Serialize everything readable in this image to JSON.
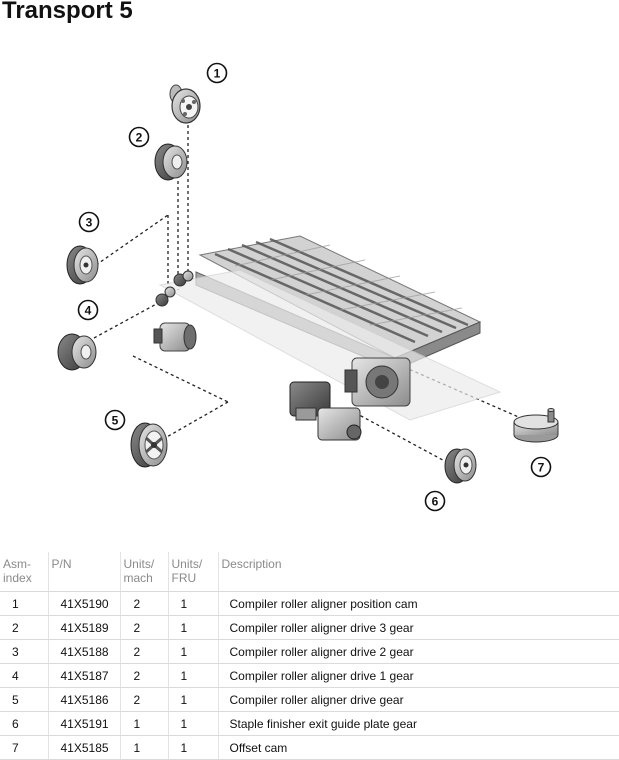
{
  "title": "Transport 5",
  "diagram": {
    "callouts": [
      "1",
      "2",
      "3",
      "4",
      "5",
      "6",
      "7"
    ]
  },
  "table": {
    "headers": {
      "asm_index": [
        "Asm-",
        "index"
      ],
      "pn": [
        "P/N"
      ],
      "units_mach": [
        "Units/",
        "mach"
      ],
      "units_fru": [
        "Units/",
        "FRU"
      ],
      "description": [
        "Description"
      ]
    },
    "rows": [
      {
        "index": "1",
        "pn": "41X5190",
        "units_mach": "2",
        "units_fru": "1",
        "description": "Compiler roller aligner position cam"
      },
      {
        "index": "2",
        "pn": "41X5189",
        "units_mach": "2",
        "units_fru": "1",
        "description": "Compiler roller aligner drive 3 gear"
      },
      {
        "index": "3",
        "pn": "41X5188",
        "units_mach": "2",
        "units_fru": "1",
        "description": "Compiler roller aligner drive 2 gear"
      },
      {
        "index": "4",
        "pn": "41X5187",
        "units_mach": "2",
        "units_fru": "1",
        "description": "Compiler roller aligner drive 1 gear"
      },
      {
        "index": "5",
        "pn": "41X5186",
        "units_mach": "2",
        "units_fru": "1",
        "description": "Compiler roller aligner drive gear"
      },
      {
        "index": "6",
        "pn": "41X5191",
        "units_mach": "1",
        "units_fru": "1",
        "description": "Staple finisher exit guide plate gear"
      },
      {
        "index": "7",
        "pn": "41X5185",
        "units_mach": "1",
        "units_fru": "1",
        "description": "Offset cam"
      }
    ]
  }
}
